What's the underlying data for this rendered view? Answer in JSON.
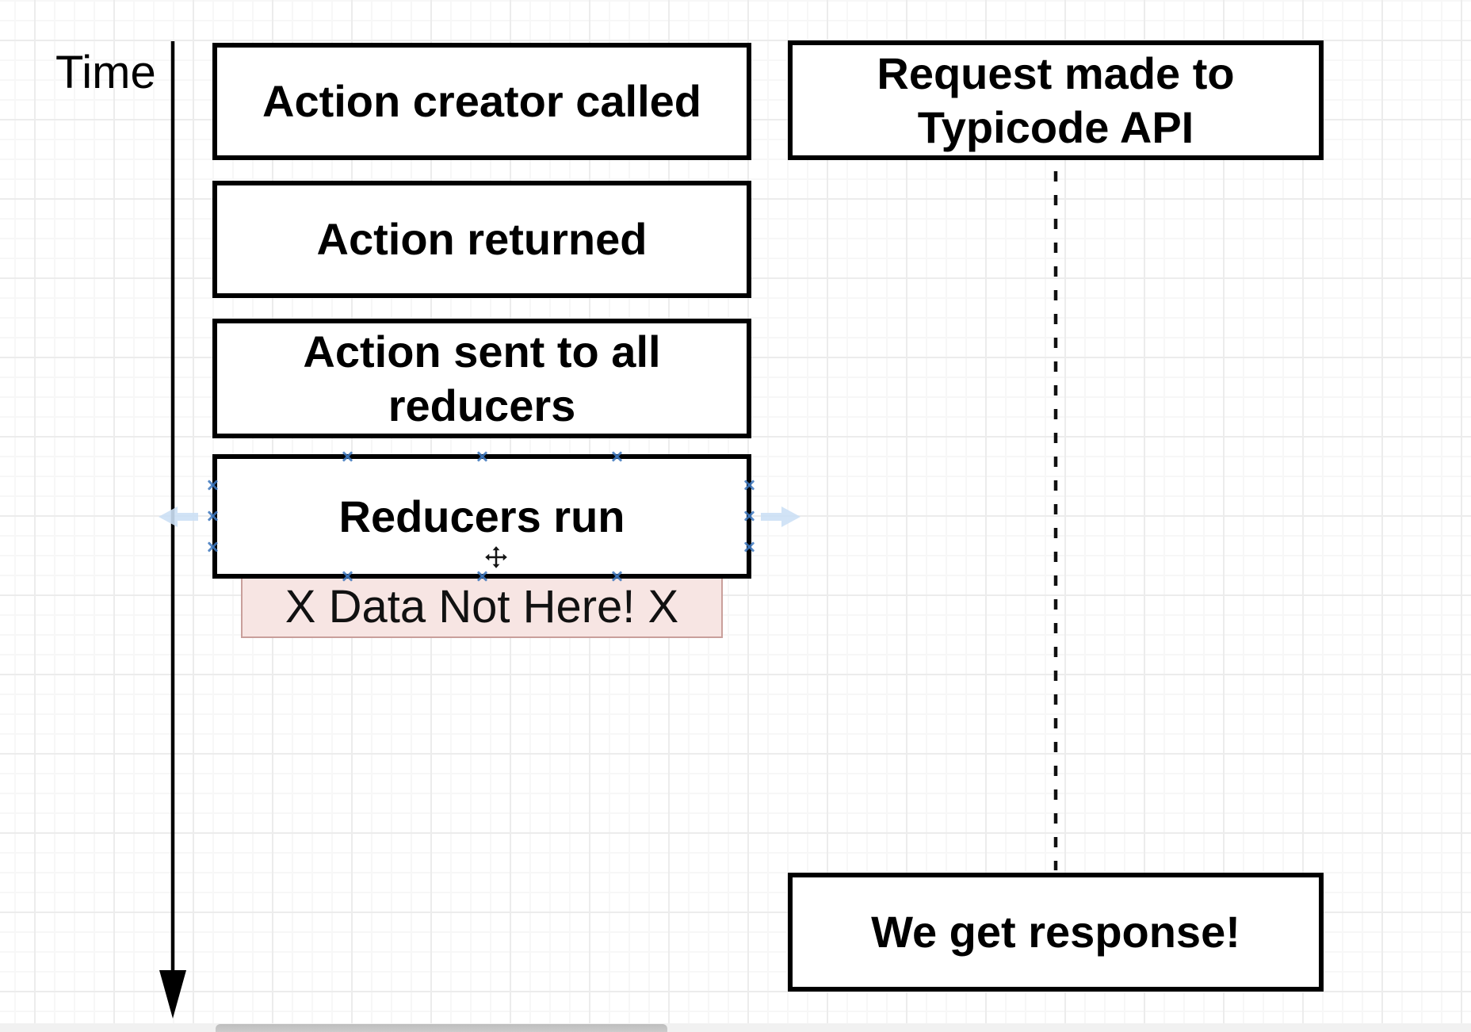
{
  "app": {
    "view": "diagram-editor-canvas"
  },
  "diagram": {
    "time_axis": {
      "label": "Time"
    },
    "left_column": [
      {
        "label": "Action creator called"
      },
      {
        "label": "Action returned"
      },
      {
        "label": "Action sent to all\nreducers"
      },
      {
        "label": "Reducers run",
        "state": "selected"
      }
    ],
    "annotation": {
      "label": "X Data Not Here! X"
    },
    "right_column": [
      {
        "label": "Request made to\nTypicode API"
      },
      {
        "label": "We get response!"
      }
    ],
    "colors": {
      "shape_border": "#000000",
      "shape_fill": "#ffffff",
      "annotation_fill": "#f7e5e3",
      "annotation_border": "#c99f9b",
      "selection_accent": "#3d77bd",
      "direction_arrow_fill": "#cce0f5",
      "grid_minor": "#f7f7f7",
      "grid_major": "#ececec"
    }
  }
}
